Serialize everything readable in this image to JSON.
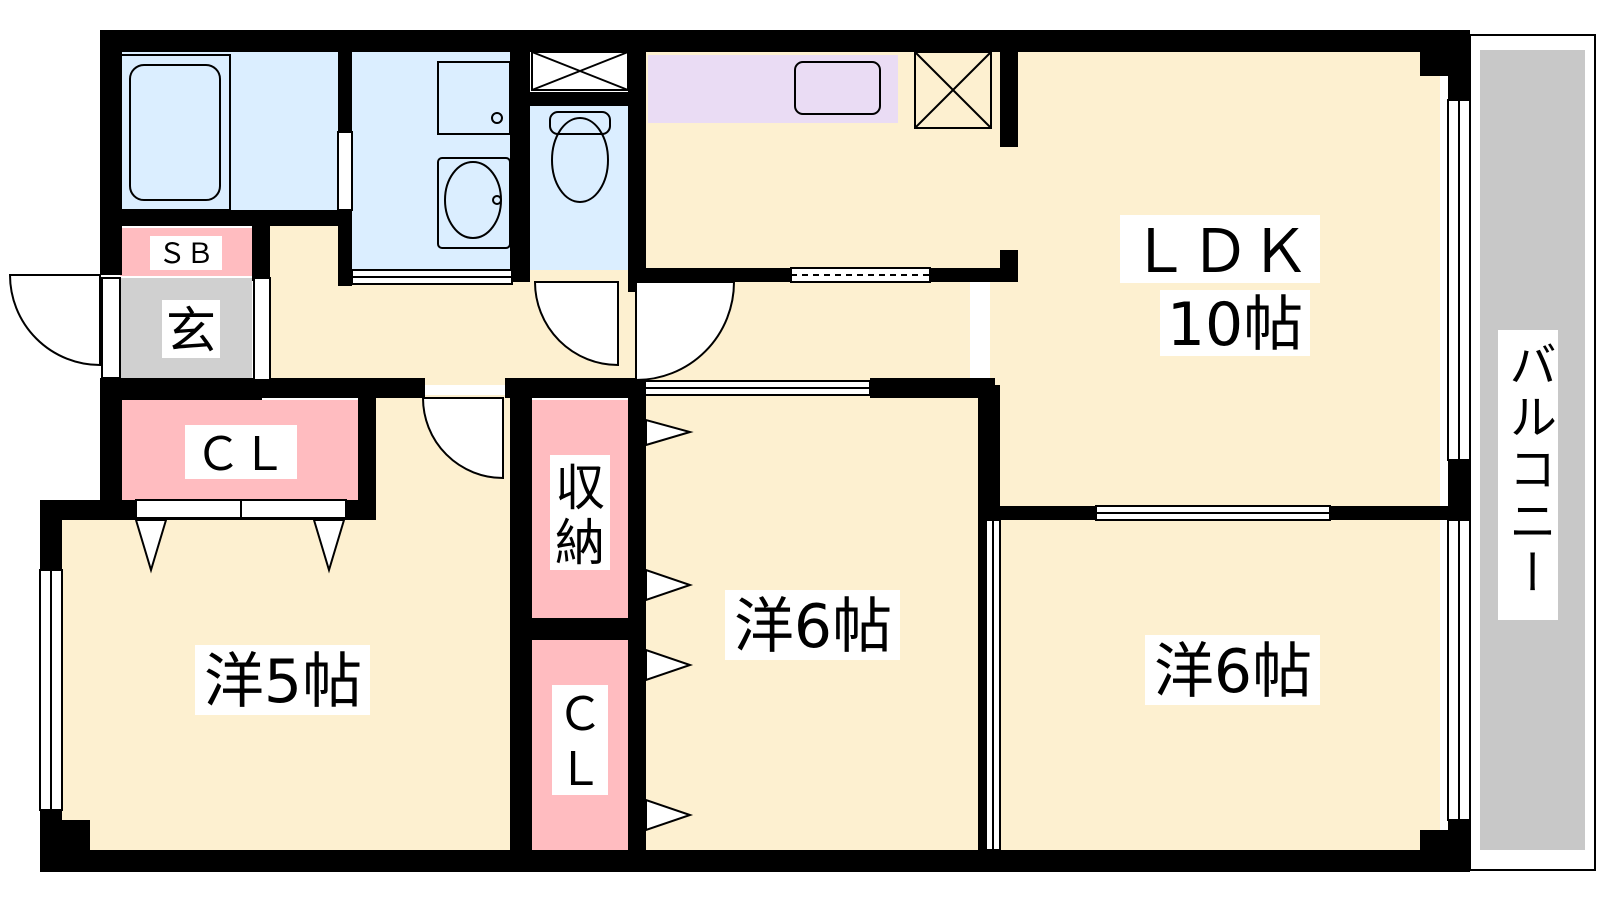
{
  "floor_plan": {
    "rooms": {
      "ldk": {
        "line1": "ＬＤＫ",
        "line2": "10帖"
      },
      "western_left": {
        "label": "洋5帖"
      },
      "western_middle": {
        "label": "洋6帖"
      },
      "western_right": {
        "label": "洋6帖"
      },
      "entrance": {
        "label": "玄"
      },
      "shoe_box": {
        "label": "ＳＢ"
      },
      "closet_left": {
        "label": "ＣＬ"
      },
      "storage": {
        "line1": "収",
        "line2": "納"
      },
      "closet_middle": {
        "line1": "Ｃ",
        "line2": "Ｌ"
      },
      "balcony": {
        "label": "バルコニー"
      }
    },
    "colors": {
      "room_floor": "#fdf0d0",
      "wet_area": "#dbeeff",
      "closet": "#ffbcc0",
      "kitchen": "#eadcf4",
      "entrance": "#d0d0d0",
      "balcony": "#c8c8c8",
      "wall": "#000000"
    }
  }
}
